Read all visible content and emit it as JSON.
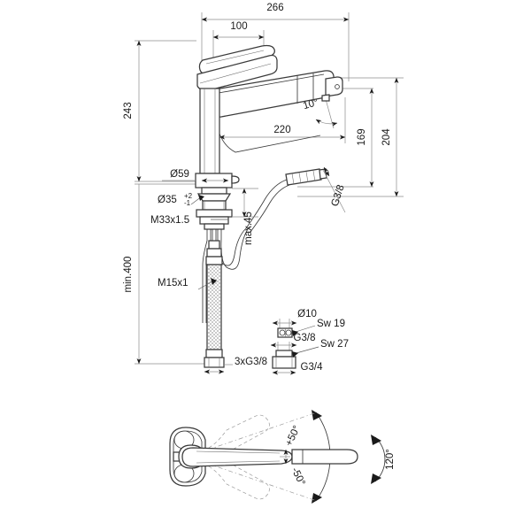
{
  "drawing": {
    "title": "Kitchen mixer tap technical dimension drawing",
    "units": "mm",
    "background_color": "#ffffff",
    "line_color": "#3a3a3a",
    "dimension_color": "#8c8c8c"
  },
  "dimensions": {
    "overall_width": "266",
    "handle_width": "100",
    "spout_reach": "220",
    "overall_height": "243",
    "spout_height": "204",
    "aerator_height": "169",
    "tilt_angle": "10°",
    "base_diameter": "Ø59",
    "hole_diameter": "Ø35",
    "hole_tol_upper": "+2",
    "hole_tol_lower": "-1",
    "thread_mount": "M33x1.5",
    "thread_hose": "M15x1",
    "hose_length": "min.400",
    "connection_bottom": "3xG3/8",
    "connection_spray": "G3/8",
    "max_counter_thickness": "max.45"
  },
  "fittings": {
    "tube_diameter": "Ø10",
    "spanner_small": "Sw 19",
    "thread_small": "G3/8",
    "spanner_large": "Sw 27",
    "thread_large": "G3/4"
  },
  "plan_view": {
    "swivel_left": "+50°",
    "swivel_right": "-50°",
    "swivel_total": "120°"
  }
}
